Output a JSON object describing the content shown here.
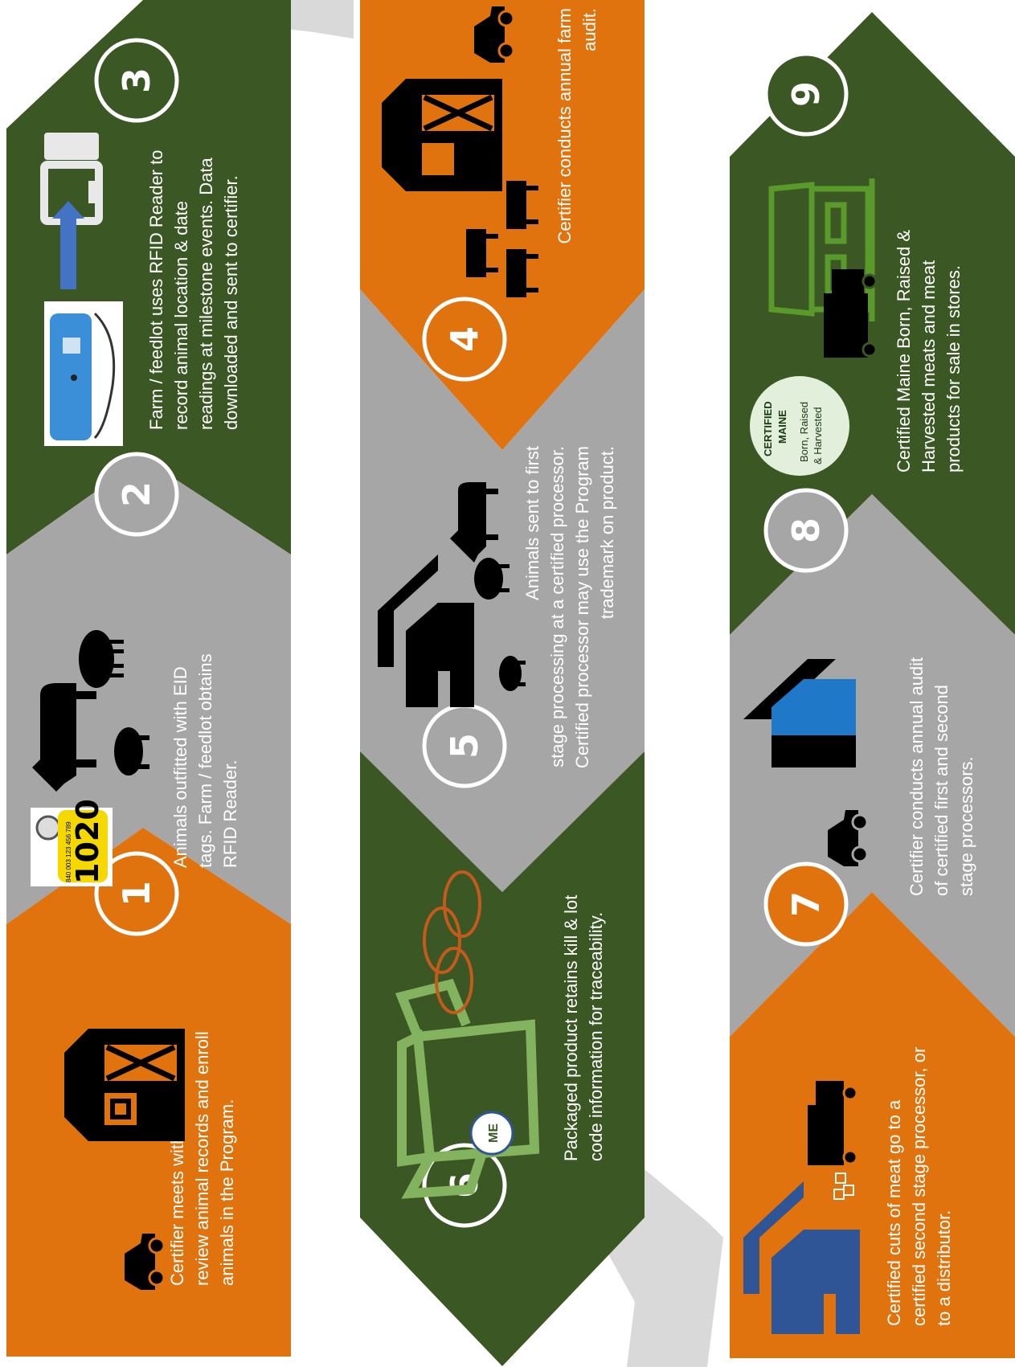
{
  "colors": {
    "orange": "#E0730D",
    "green": "#3A5724",
    "gray": "#A6A6A6",
    "arrow": "#D9D9D9",
    "icon": "#000000",
    "blue": "#2F5597",
    "lightgreen": "#70AD47"
  },
  "steps": [
    {
      "number": "1",
      "text": [
        "Certifier meets with farm to",
        "review animal records and enroll",
        "animals in the Program."
      ]
    },
    {
      "number": "2",
      "text": [
        "Animals outfitted with EID",
        "tags. Farm / feedlot obtains",
        "RFID Reader."
      ]
    },
    {
      "number": "3",
      "text": [
        "Farm / feedlot uses RFID Reader to",
        "record animal location & date",
        "readings at milestone events.  Data",
        "downloaded and sent to certifier."
      ]
    },
    {
      "number": "4",
      "text": [
        "Certifier conducts annual farm",
        "audit."
      ]
    },
    {
      "number": "5",
      "text": [
        "Animals sent to first",
        "stage processing at a certified processor.",
        "Certified processor may use  the Program",
        "trademark on product."
      ]
    },
    {
      "number": "6",
      "text": [
        "Packaged product retains kill & lot",
        "code information for traceability."
      ]
    },
    {
      "number": "7",
      "text": [
        "Certified cuts of meat go to a",
        "certified second stage processor, or",
        "to a distributor."
      ]
    },
    {
      "number": "8",
      "text": [
        "Certifier conducts annual audit",
        "of certified first and second",
        "stage processors."
      ]
    },
    {
      "number": "9",
      "text": [
        "Certified Maine Born, Raised &",
        "Harvested meats and meat",
        "products for sale in stores."
      ]
    }
  ],
  "ear_tag": {
    "number": "1020",
    "code": "840 003 123 456 789"
  },
  "box_label": "ME",
  "certified_badge": {
    "line1": "CERTIFIED",
    "line2": "MAINE",
    "line3": "Born, Raised",
    "line4": "& Harvested"
  }
}
